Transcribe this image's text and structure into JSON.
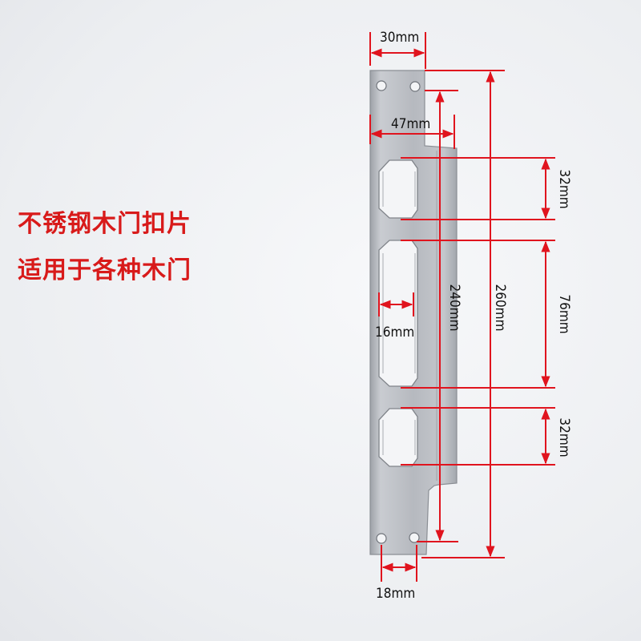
{
  "captions": {
    "line1": "不锈钢木门扣片",
    "line2": "适用于各种木门"
  },
  "dimensions": {
    "top_width": "30mm",
    "tongue_width": "47mm",
    "slot_height_top": "32mm",
    "middle_slot_height": "76mm",
    "tongue_length": "240mm",
    "total_length": "260mm",
    "slot_width": "16mm",
    "slot_height_bottom": "32mm",
    "hole_spacing": "18mm"
  },
  "colors": {
    "caption": "#d81a1a",
    "dimension_line": "#e0141e",
    "plate": "#b9bcc1"
  }
}
